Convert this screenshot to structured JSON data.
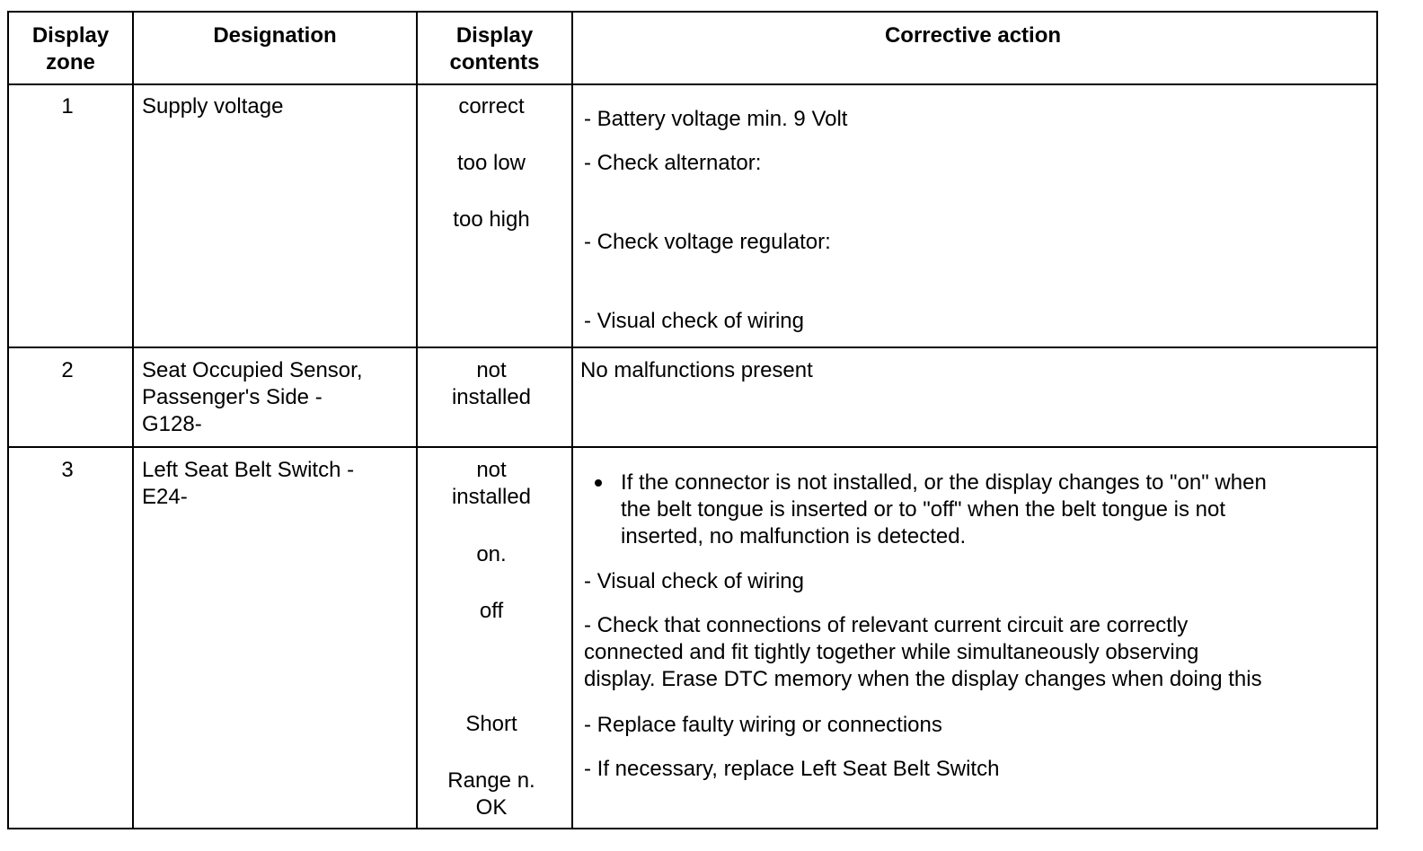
{
  "table": {
    "headers": {
      "zone_line1": "Display",
      "zone_line2": "zone",
      "designation": "Designation",
      "contents_line1": "Display",
      "contents_line2": "contents",
      "action": "Corrective action"
    },
    "rows": [
      {
        "zone": "1",
        "designation": [
          "Supply voltage"
        ],
        "contents": [
          "correct",
          "too low",
          "too high"
        ],
        "actions": [
          "- Battery voltage min. 9 Volt",
          "- Check alternator:",
          "- Check voltage regulator:",
          "- Visual check of wiring"
        ]
      },
      {
        "zone": "2",
        "designation": [
          "Seat Occupied Sensor,",
          "Passenger's Side -",
          "G128-"
        ],
        "contents": [
          "not",
          "installed"
        ],
        "actions": [
          "No malfunctions present"
        ]
      },
      {
        "zone": "3",
        "designation": [
          "Left Seat Belt Switch -",
          "E24-"
        ],
        "contents": [
          "not",
          "installed",
          "on.",
          "off",
          "Short",
          "Range n.",
          "OK"
        ],
        "bullet": [
          "If the connector is not installed, or the display changes to \"on\" when",
          "the belt tongue is inserted or to \"off\" when the belt tongue is not",
          "inserted, no malfunction is detected."
        ],
        "actions": [
          "- Visual check of wiring",
          "- Check that connections of relevant current circuit are correctly",
          "connected and fit tightly together while simultaneously observing",
          "display. Erase DTC memory when the display changes when doing this",
          "- Replace faulty wiring or connections",
          "- If necessary, replace Left Seat Belt Switch"
        ]
      }
    ]
  }
}
